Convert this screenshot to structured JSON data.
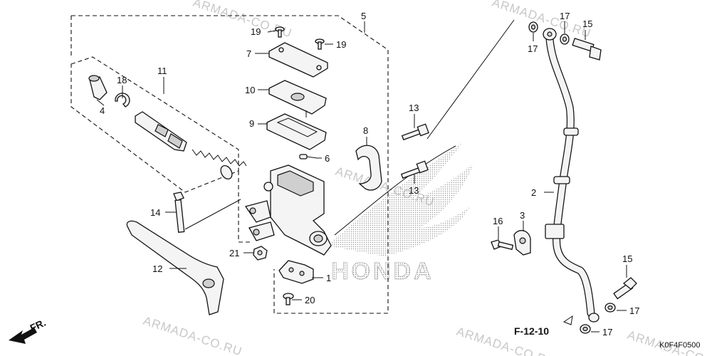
{
  "callouts": [
    {
      "id": "c1",
      "label": "1"
    },
    {
      "id": "c2",
      "label": "2"
    },
    {
      "id": "c3",
      "label": "3"
    },
    {
      "id": "c4",
      "label": "4"
    },
    {
      "id": "c5",
      "label": "5"
    },
    {
      "id": "c6",
      "label": "6"
    },
    {
      "id": "c7",
      "label": "7"
    },
    {
      "id": "c8",
      "label": "8"
    },
    {
      "id": "c9",
      "label": "9"
    },
    {
      "id": "c10",
      "label": "10"
    },
    {
      "id": "c11",
      "label": "11"
    },
    {
      "id": "c12",
      "label": "12"
    },
    {
      "id": "c13a",
      "label": "13"
    },
    {
      "id": "c13b",
      "label": "13"
    },
    {
      "id": "c14",
      "label": "14"
    },
    {
      "id": "c15a",
      "label": "15"
    },
    {
      "id": "c15b",
      "label": "15"
    },
    {
      "id": "c16",
      "label": "16"
    },
    {
      "id": "c17a",
      "label": "17"
    },
    {
      "id": "c17b",
      "label": "17"
    },
    {
      "id": "c17c",
      "label": "17"
    },
    {
      "id": "c17d",
      "label": "17"
    },
    {
      "id": "c18",
      "label": "18"
    },
    {
      "id": "c19a",
      "label": "19"
    },
    {
      "id": "c19b",
      "label": "19"
    },
    {
      "id": "c20",
      "label": "20"
    },
    {
      "id": "c21",
      "label": "21"
    }
  ],
  "watermarks": {
    "wm1": "ARMADA-CO.RU",
    "wm2": "ARMADA-CO.RU",
    "wm3": "ARMADA-CO.RU",
    "wm4": "ARMADA-CO.RU",
    "wm5": "ARMADA-CO.RU",
    "wm6": "ARMADA-CO.RU"
  },
  "logo_text": "HONDA",
  "front_indicator": "FR.",
  "reference": "F-12-10",
  "diagram_code": "K0F4F0500"
}
